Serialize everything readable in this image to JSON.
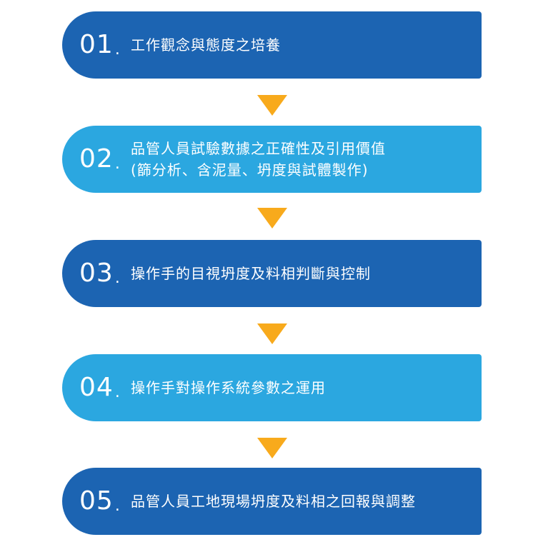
{
  "steps": [
    {
      "number": "01",
      "dot": ".",
      "lines": [
        "工作觀念與態度之培養"
      ]
    },
    {
      "number": "02",
      "dot": ".",
      "lines": [
        "品管人員試驗數據之正確性及引用價值",
        "(篩分析、含泥量、坍度與試體製作)"
      ]
    },
    {
      "number": "03",
      "dot": ".",
      "lines": [
        "操作手的目視坍度及料相判斷與控制"
      ]
    },
    {
      "number": "04",
      "dot": ".",
      "lines": [
        "操作手對操作系統參數之運用"
      ]
    },
    {
      "number": "05",
      "dot": ".",
      "lines": [
        "品管人員工地現場坍度及料相之回報與調整"
      ]
    }
  ],
  "colors": {
    "dark_blue": "#1c64b2",
    "light_blue": "#2ba7e0",
    "arrow": "#f8aa1c",
    "text": "#ffffff"
  }
}
